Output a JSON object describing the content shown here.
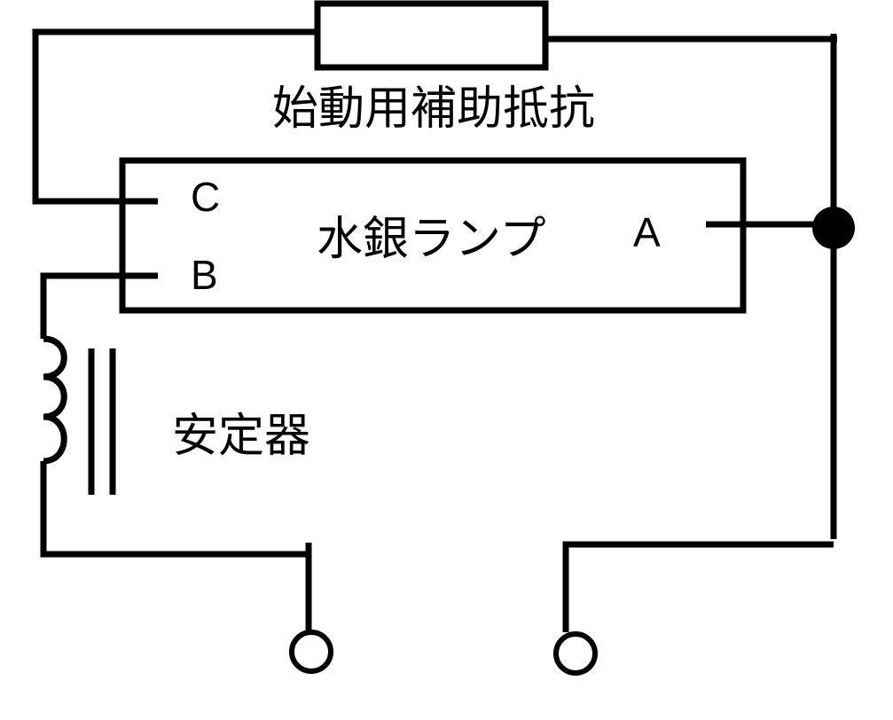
{
  "labels": {
    "resistor": "始動用補助抵抗",
    "lamp": "水銀ランプ",
    "ballast": "安定器",
    "terminal_a": "A",
    "terminal_b": "B",
    "terminal_c": "C"
  },
  "colors": {
    "line": "#000000",
    "background": "#ffffff"
  }
}
